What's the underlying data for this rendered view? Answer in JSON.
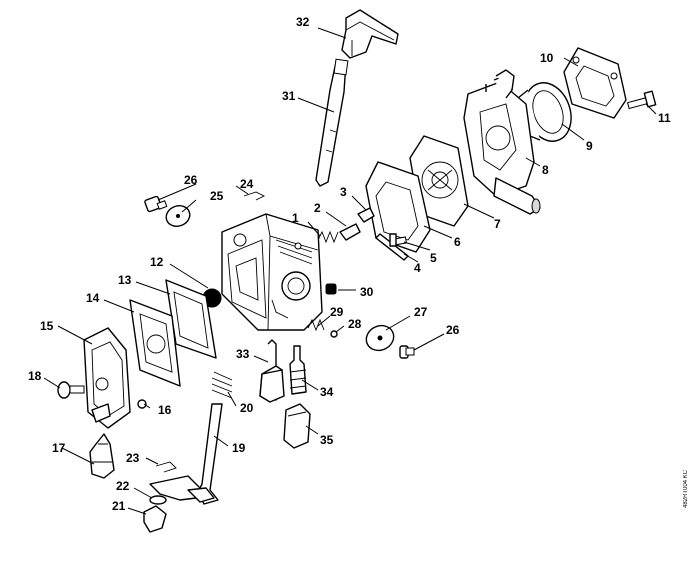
{
  "drawing_code": "482RT004 KC",
  "callouts": [
    {
      "number": "1"
    },
    {
      "number": "2"
    },
    {
      "number": "3"
    },
    {
      "number": "4"
    },
    {
      "number": "5"
    },
    {
      "number": "6"
    },
    {
      "number": "7"
    },
    {
      "number": "8"
    },
    {
      "number": "9"
    },
    {
      "number": "10"
    },
    {
      "number": "11"
    },
    {
      "number": "12"
    },
    {
      "number": "13"
    },
    {
      "number": "14"
    },
    {
      "number": "15"
    },
    {
      "number": "16"
    },
    {
      "number": "17"
    },
    {
      "number": "18"
    },
    {
      "number": "19"
    },
    {
      "number": "20"
    },
    {
      "number": "21"
    },
    {
      "number": "22"
    },
    {
      "number": "23"
    },
    {
      "number": "24"
    },
    {
      "number": "25"
    },
    {
      "number": "26"
    },
    {
      "number": "27"
    },
    {
      "number": "26"
    },
    {
      "number": "28"
    },
    {
      "number": "29"
    },
    {
      "number": "30"
    },
    {
      "number": "31"
    },
    {
      "number": "32"
    },
    {
      "number": "33"
    },
    {
      "number": "34"
    },
    {
      "number": "35"
    }
  ]
}
